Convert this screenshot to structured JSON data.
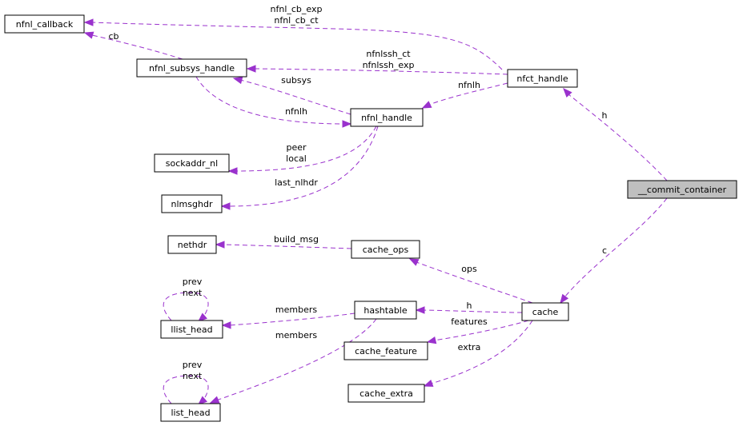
{
  "nodes": [
    {
      "id": "nfnl_callback",
      "label": "nfnl_callback"
    },
    {
      "id": "nfnl_subsys_handle",
      "label": "nfnl_subsys_handle"
    },
    {
      "id": "nfct_handle",
      "label": "nfct_handle"
    },
    {
      "id": "nfnl_handle",
      "label": "nfnl_handle"
    },
    {
      "id": "sockaddr_nl",
      "label": "sockaddr_nl"
    },
    {
      "id": "nlmsghdr",
      "label": "nlmsghdr"
    },
    {
      "id": "commit_container",
      "label": "__commit_container"
    },
    {
      "id": "nethdr",
      "label": "nethdr"
    },
    {
      "id": "cache_ops",
      "label": "cache_ops"
    },
    {
      "id": "llist_head",
      "label": "llist_head"
    },
    {
      "id": "hashtable",
      "label": "hashtable"
    },
    {
      "id": "cache",
      "label": "cache"
    },
    {
      "id": "cache_feature",
      "label": "cache_feature"
    },
    {
      "id": "list_head",
      "label": "list_head"
    },
    {
      "id": "cache_extra",
      "label": "cache_extra"
    }
  ],
  "edges": [
    {
      "from": "nfct_handle",
      "to": "nfnl_callback",
      "labels": [
        "nfnl_cb_exp",
        "nfnl_cb_ct"
      ]
    },
    {
      "from": "nfnl_subsys_handle",
      "to": "nfnl_callback",
      "labels": [
        "cb"
      ]
    },
    {
      "from": "nfct_handle",
      "to": "nfnl_subsys_handle",
      "labels": [
        "nfnlssh_ct",
        "nfnlssh_exp"
      ]
    },
    {
      "from": "nfnl_handle",
      "to": "nfnl_subsys_handle",
      "labels": [
        "subsys"
      ]
    },
    {
      "from": "nfnl_subsys_handle",
      "to": "nfnl_handle",
      "labels": [
        "nfnlh"
      ]
    },
    {
      "from": "nfct_handle",
      "to": "nfnl_handle",
      "labels": [
        "nfnlh"
      ]
    },
    {
      "from": "nfnl_handle",
      "to": "sockaddr_nl",
      "labels": [
        "peer",
        "local"
      ]
    },
    {
      "from": "nfnl_handle",
      "to": "nlmsghdr",
      "labels": [
        "last_nlhdr"
      ]
    },
    {
      "from": "commit_container",
      "to": "nfct_handle",
      "labels": [
        "h"
      ]
    },
    {
      "from": "commit_container",
      "to": "cache",
      "labels": [
        "c"
      ]
    },
    {
      "from": "cache_ops",
      "to": "nethdr",
      "labels": [
        "build_msg"
      ]
    },
    {
      "from": "cache",
      "to": "cache_ops",
      "labels": [
        "ops"
      ]
    },
    {
      "from": "cache",
      "to": "hashtable",
      "labels": [
        "h"
      ]
    },
    {
      "from": "hashtable",
      "to": "llist_head",
      "labels": [
        "members"
      ]
    },
    {
      "from": "llist_head",
      "to": "llist_head",
      "labels": [
        "prev",
        "next"
      ]
    },
    {
      "from": "cache",
      "to": "cache_feature",
      "labels": [
        "features"
      ]
    },
    {
      "from": "cache",
      "to": "cache_extra",
      "labels": [
        "extra"
      ]
    },
    {
      "from": "hashtable",
      "to": "list_head",
      "labels": [
        "members"
      ]
    },
    {
      "from": "list_head",
      "to": "list_head",
      "labels": [
        "prev",
        "next"
      ]
    }
  ],
  "colors": {
    "edge": "#9a32cd",
    "highlight_fill": "#bfbfbf",
    "node_border": "#000000"
  }
}
